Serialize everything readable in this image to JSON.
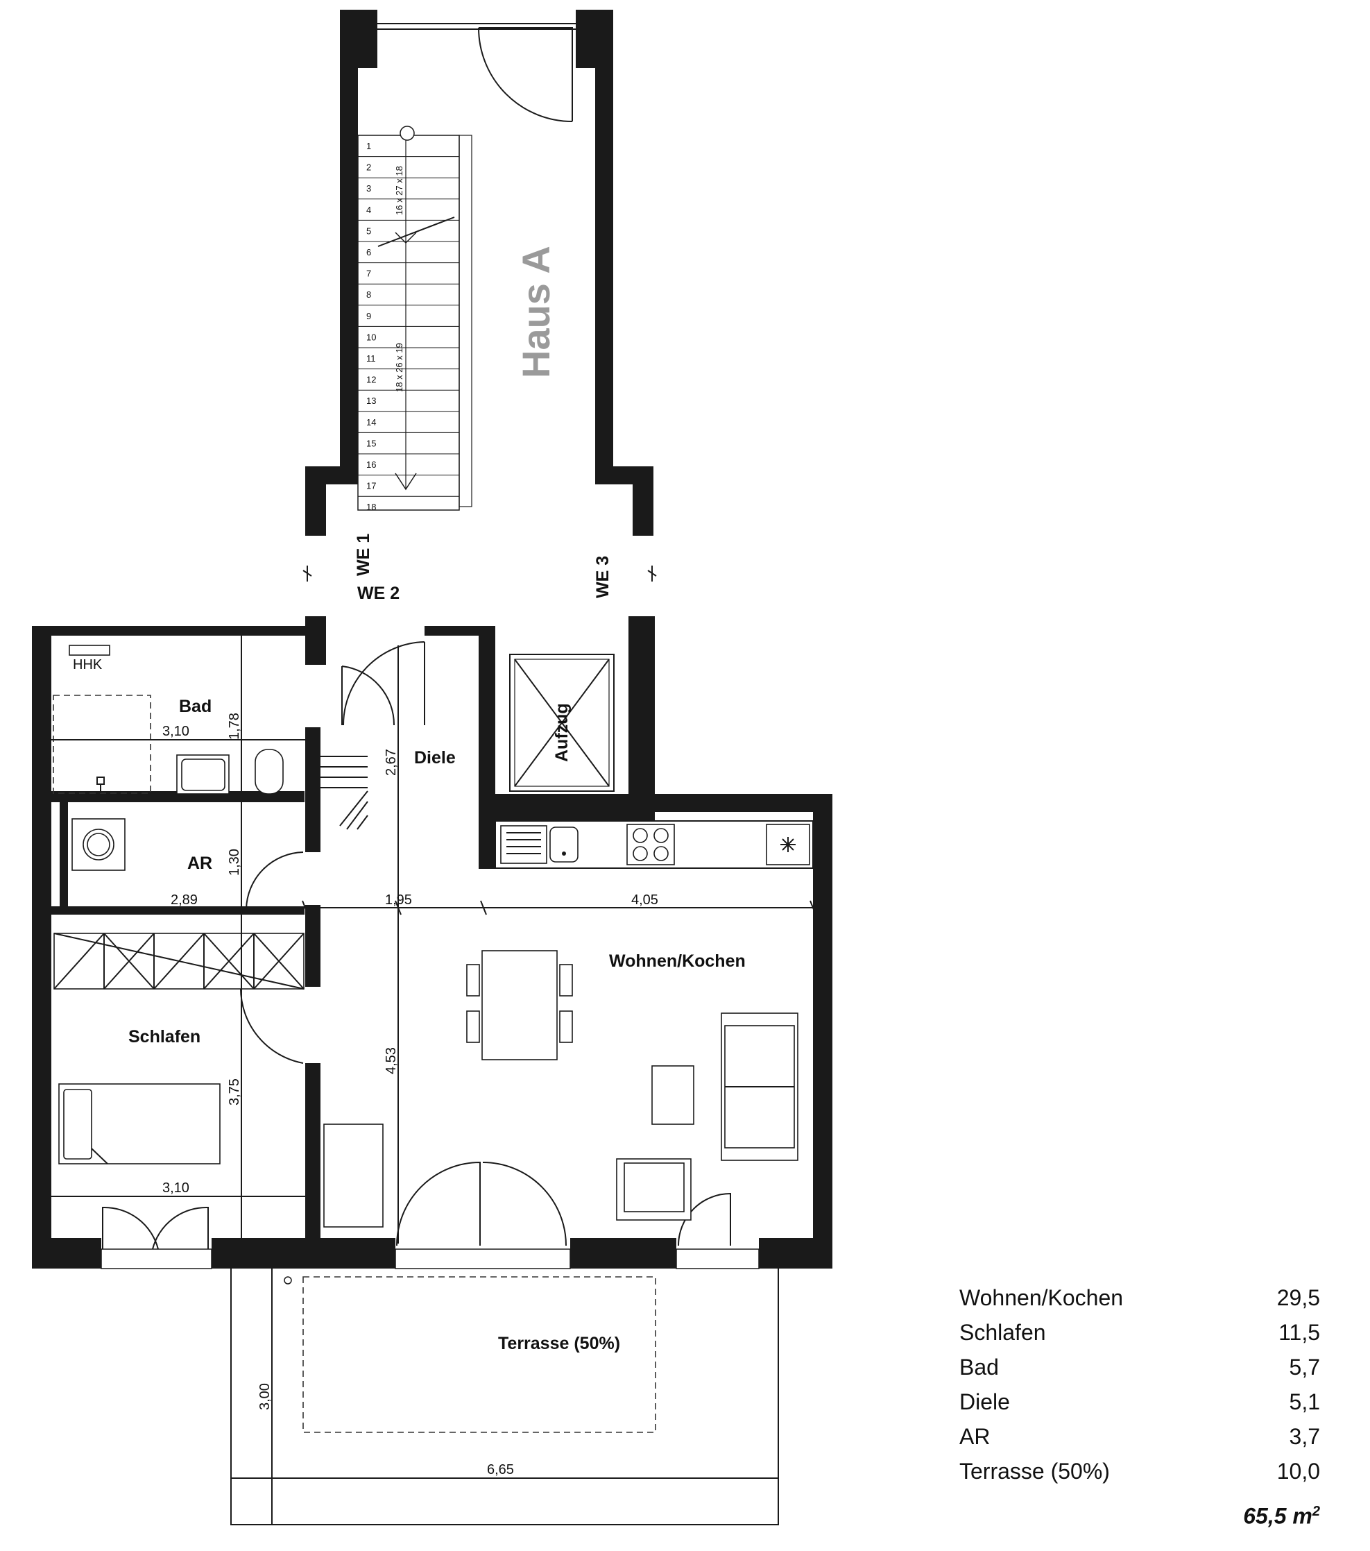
{
  "building_label": "Haus A",
  "unit_labels": {
    "we1": "WE 1",
    "we2": "WE 2",
    "we3": "WE 3"
  },
  "rooms": {
    "bad": "Bad",
    "diele": "Diele",
    "aufzug": "Aufzug",
    "ar": "AR",
    "schlafen": "Schlafen",
    "wohnen": "Wohnen/Kochen",
    "terrasse": "Terrasse (50%)"
  },
  "fixtures": {
    "hhk": "HHK"
  },
  "dimensions": {
    "bad_width": "3,10",
    "bad_depth": "1,78",
    "diele_depth": "2,67",
    "ar_depth": "1,30",
    "ar_width": "2,89",
    "hall_width": "1,95",
    "kitchen_width": "4,05",
    "schlafen_depth": "3,75",
    "schlafen_width": "3,10",
    "living_depth": "4,53",
    "terrace_depth": "3,00",
    "terrace_width": "6,65"
  },
  "stairs": {
    "steps": [
      "1",
      "2",
      "3",
      "4",
      "5",
      "6",
      "7",
      "8",
      "9",
      "10",
      "11",
      "12",
      "13",
      "14",
      "15",
      "16",
      "17",
      "18"
    ],
    "upper_flight": "16 x 27 x 18",
    "lower_flight": "18 x 26 x 19"
  },
  "area_table": {
    "rows": [
      {
        "name": "Wohnen/Kochen",
        "value": "29,5"
      },
      {
        "name": "Schlafen",
        "value": "11,5"
      },
      {
        "name": "Bad",
        "value": "5,7"
      },
      {
        "name": "Diele",
        "value": "5,1"
      },
      {
        "name": "AR",
        "value": "3,7"
      },
      {
        "name": "Terrasse (50%)",
        "value": "10,0"
      }
    ],
    "total": "65,5 m",
    "total_sup": "2"
  }
}
